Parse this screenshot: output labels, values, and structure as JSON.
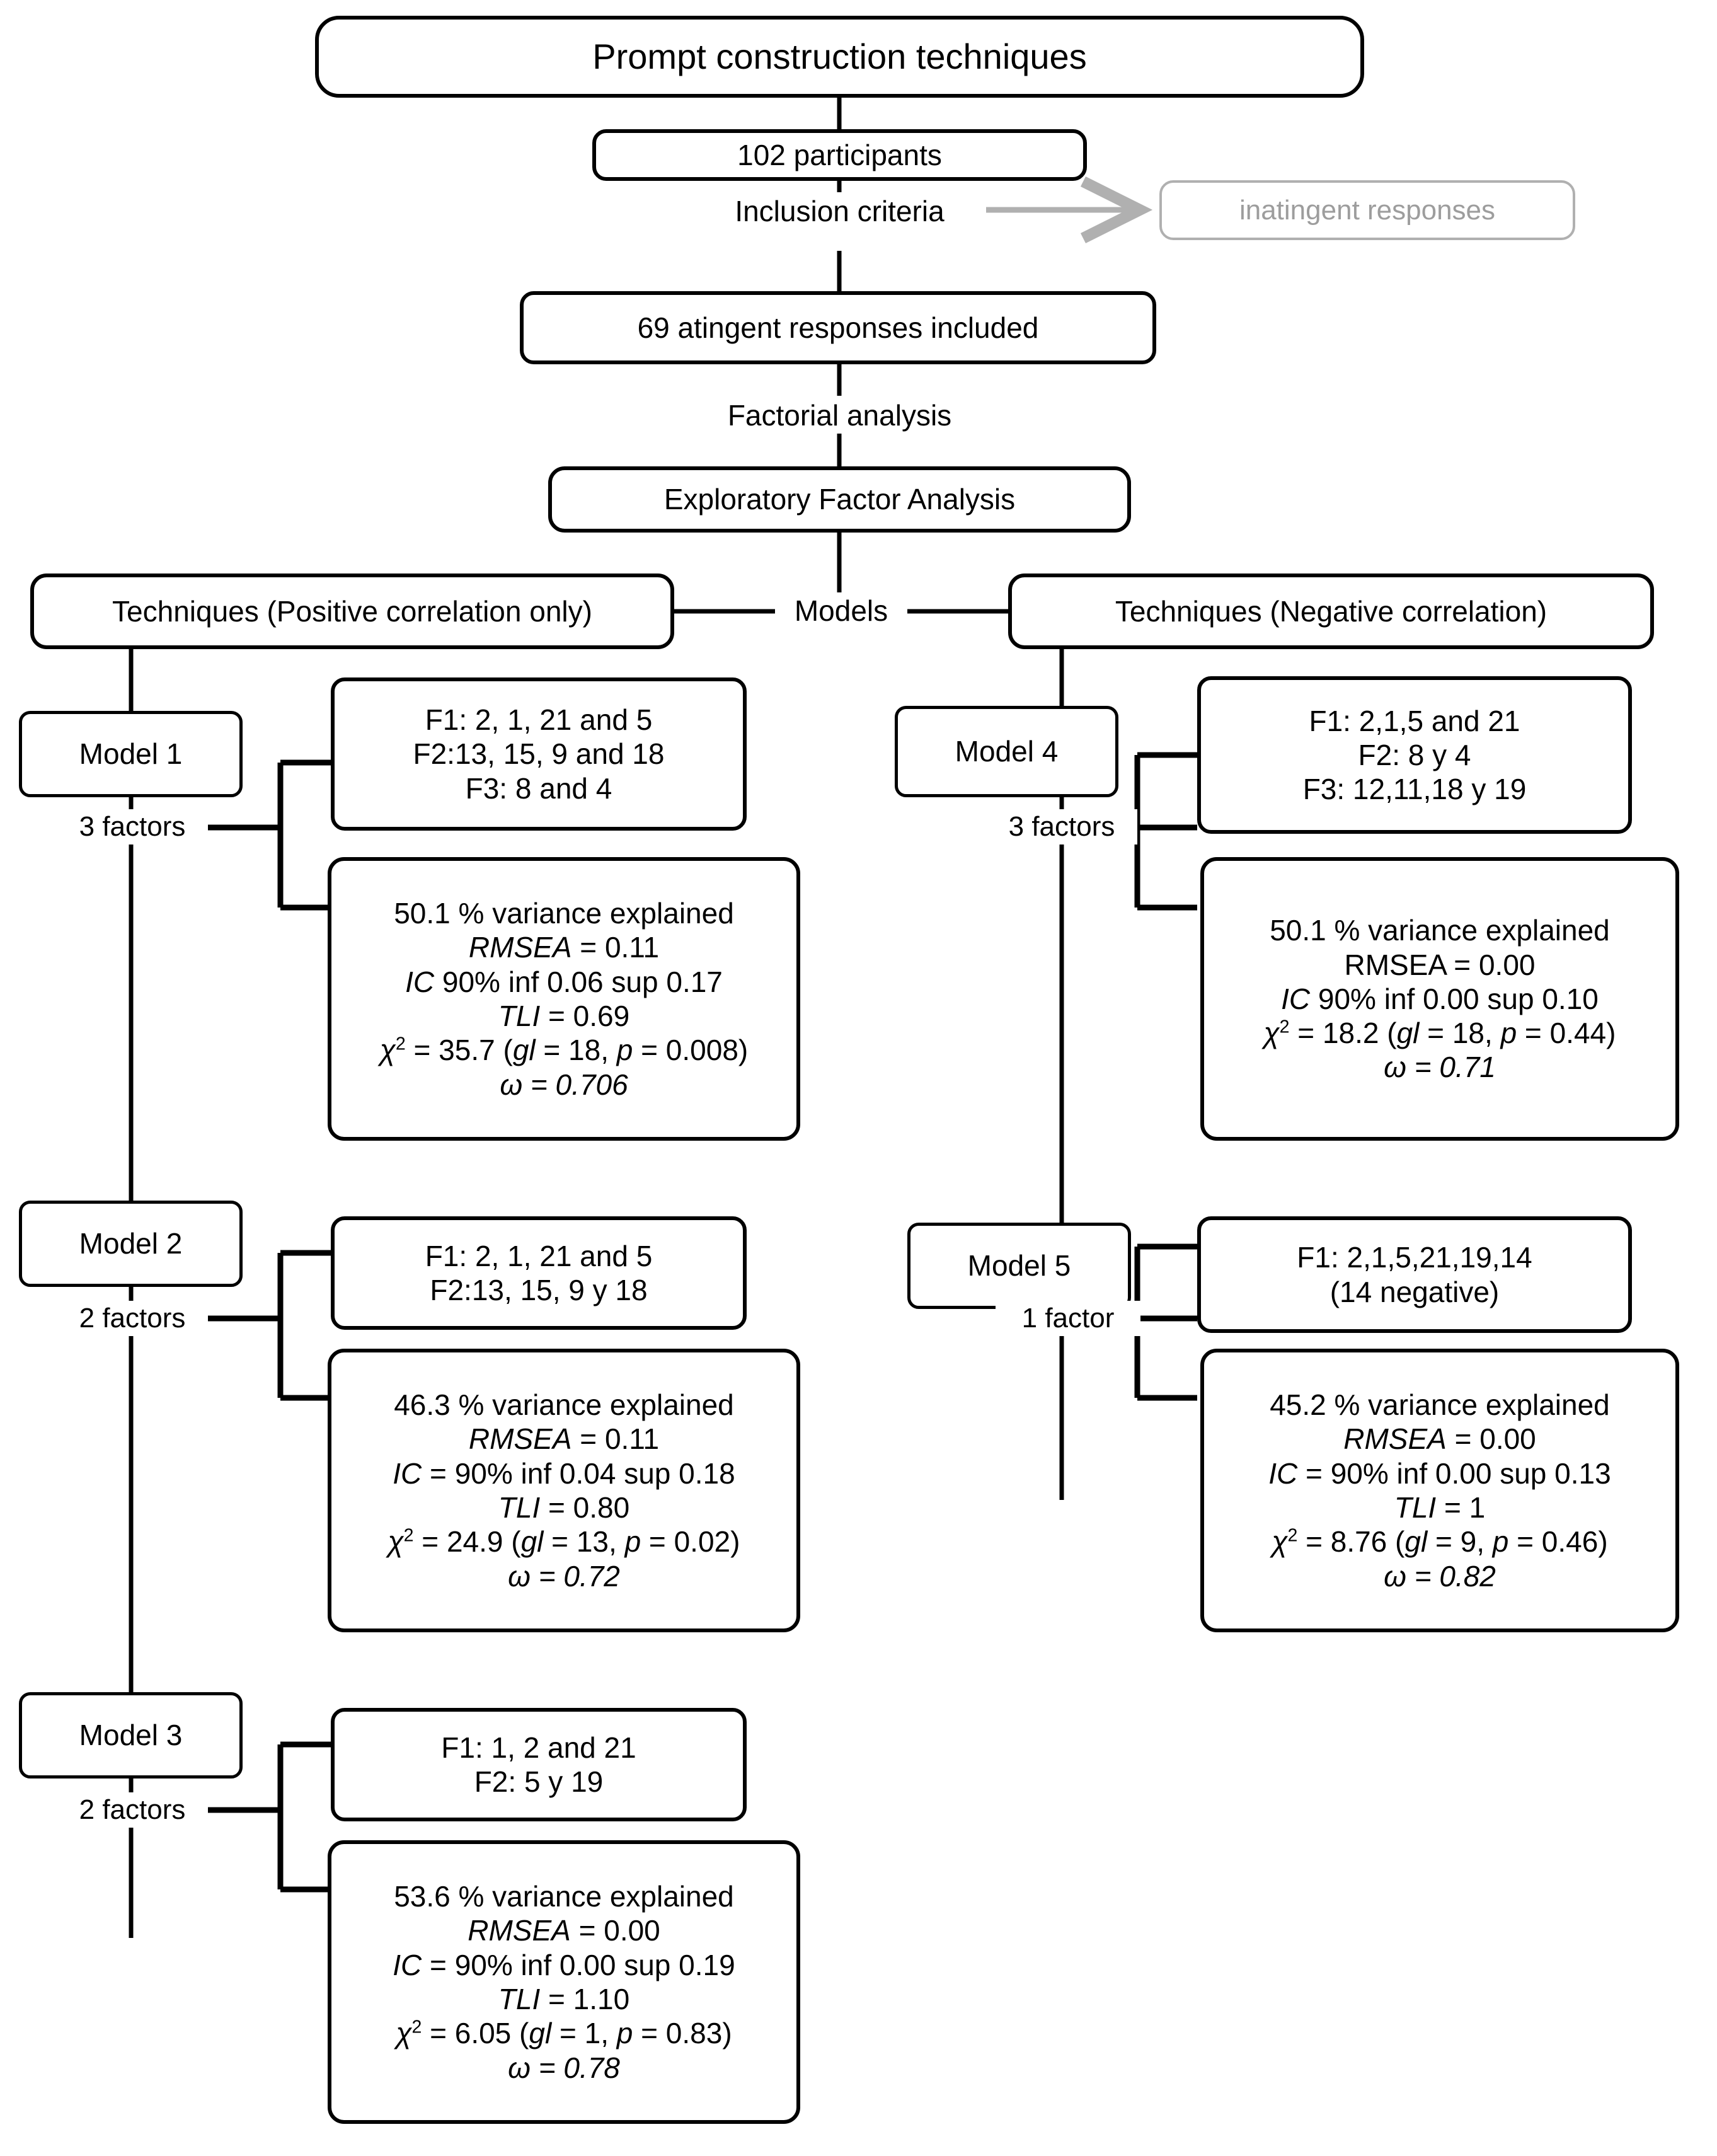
{
  "title": "Prompt construction techniques",
  "flow": {
    "participants": "102 participants",
    "inclusion_criteria_label": "Inclusion criteria",
    "excluded_box": "inatingent responses",
    "included": "69 atingent responses included",
    "factorial_analysis_label": "Factorial analysis",
    "efa": "Exploratory Factor Analysis",
    "models_label": "Models",
    "branch_left": "Techniques (Positive correlation only)",
    "branch_right": "Techniques (Negative correlation)"
  },
  "models": [
    {
      "name": "Model 1",
      "factors_label": "3 factors",
      "loadings": [
        "F1: 2, 1, 21 and 5",
        "F2:13, 15, 9 and 18",
        "F3: 8 and 4"
      ],
      "variance": "50.1 % variance explained",
      "rmsea_label": "RMSEA",
      "rmsea_italic": true,
      "rmsea_value": " = 0.11",
      "ic_label": "IC",
      "ic_value": " 90% inf 0.06 sup 0.17",
      "tli_label": "TLI",
      "tli_value": " = 0.69",
      "chi_value": " = 35.7 (",
      "gl_label": "gl",
      "gl_value": " = 18, ",
      "p_label": "p",
      "p_value": " = 0.008)",
      "omega": "ω = 0.706"
    },
    {
      "name": "Model 2",
      "factors_label": "2 factors",
      "loadings": [
        "F1: 2, 1, 21 and 5",
        "F2:13, 15, 9 y 18"
      ],
      "variance": "46.3 % variance explained",
      "rmsea_label": "RMSEA",
      "rmsea_italic": true,
      "rmsea_value": " = 0.11",
      "ic_label": "IC",
      "ic_value": " = 90% inf 0.04 sup 0.18",
      "tli_label": "TLI",
      "tli_value": " = 0.80",
      "chi_value": " = 24.9 (",
      "gl_label": "gl",
      "gl_value": " = 13, ",
      "p_label": "p",
      "p_value": " = 0.02)",
      "omega": "ω = 0.72"
    },
    {
      "name": "Model 3",
      "factors_label": "2 factors",
      "loadings": [
        "F1: 1, 2 and 21",
        "F2: 5 y 19"
      ],
      "variance": "53.6 % variance explained",
      "rmsea_label": "RMSEA",
      "rmsea_italic": true,
      "rmsea_value": " = 0.00",
      "ic_label": "IC",
      "ic_value": " = 90% inf 0.00 sup 0.19",
      "tli_label": "TLI",
      "tli_value": " = 1.10",
      "chi_value": " = 6.05 (",
      "gl_label": "gl",
      "gl_value": " = 1, ",
      "p_label": "p",
      "p_value": " = 0.83)",
      "omega": "ω = 0.78"
    },
    {
      "name": "Model 4",
      "factors_label": "3 factors",
      "loadings": [
        "F1: 2,1,5 and 21",
        "F2: 8 y 4",
        "F3: 12,11,18 y 19"
      ],
      "variance": "50.1 % variance explained",
      "rmsea_label": "RMSEA = 0.00",
      "rmsea_italic": false,
      "rmsea_value": "",
      "ic_label": "IC",
      "ic_value": " 90% inf 0.00 sup 0.10",
      "tli_label": "",
      "tli_value": "",
      "chi_value": " = 18.2 (",
      "gl_label": "gl",
      "gl_value": " = 18, ",
      "p_label": "p",
      "p_value": " = 0.44)",
      "omega": "ω = 0.71"
    },
    {
      "name": "Model 5",
      "factors_label": "1 factor",
      "loadings": [
        "F1: 2,1,5,21,19,14",
        "(14 negative)"
      ],
      "variance": "45.2 % variance explained",
      "rmsea_label": "RMSEA",
      "rmsea_italic": true,
      "rmsea_value": " = 0.00",
      "ic_label": "IC",
      "ic_value": " = 90% inf 0.00 sup 0.13",
      "tli_label": "TLI",
      "tli_value": " = 1",
      "chi_value": " = 8.76 (",
      "gl_label": "gl",
      "gl_value": " = 9, ",
      "p_label": "p",
      "p_value": " = 0.46)",
      "omega": "ω = 0.82"
    }
  ],
  "colors": {
    "line": "#000000",
    "muted": "#b0b0b0",
    "muted_text": "#9d9d9d",
    "background": "#ffffff"
  }
}
